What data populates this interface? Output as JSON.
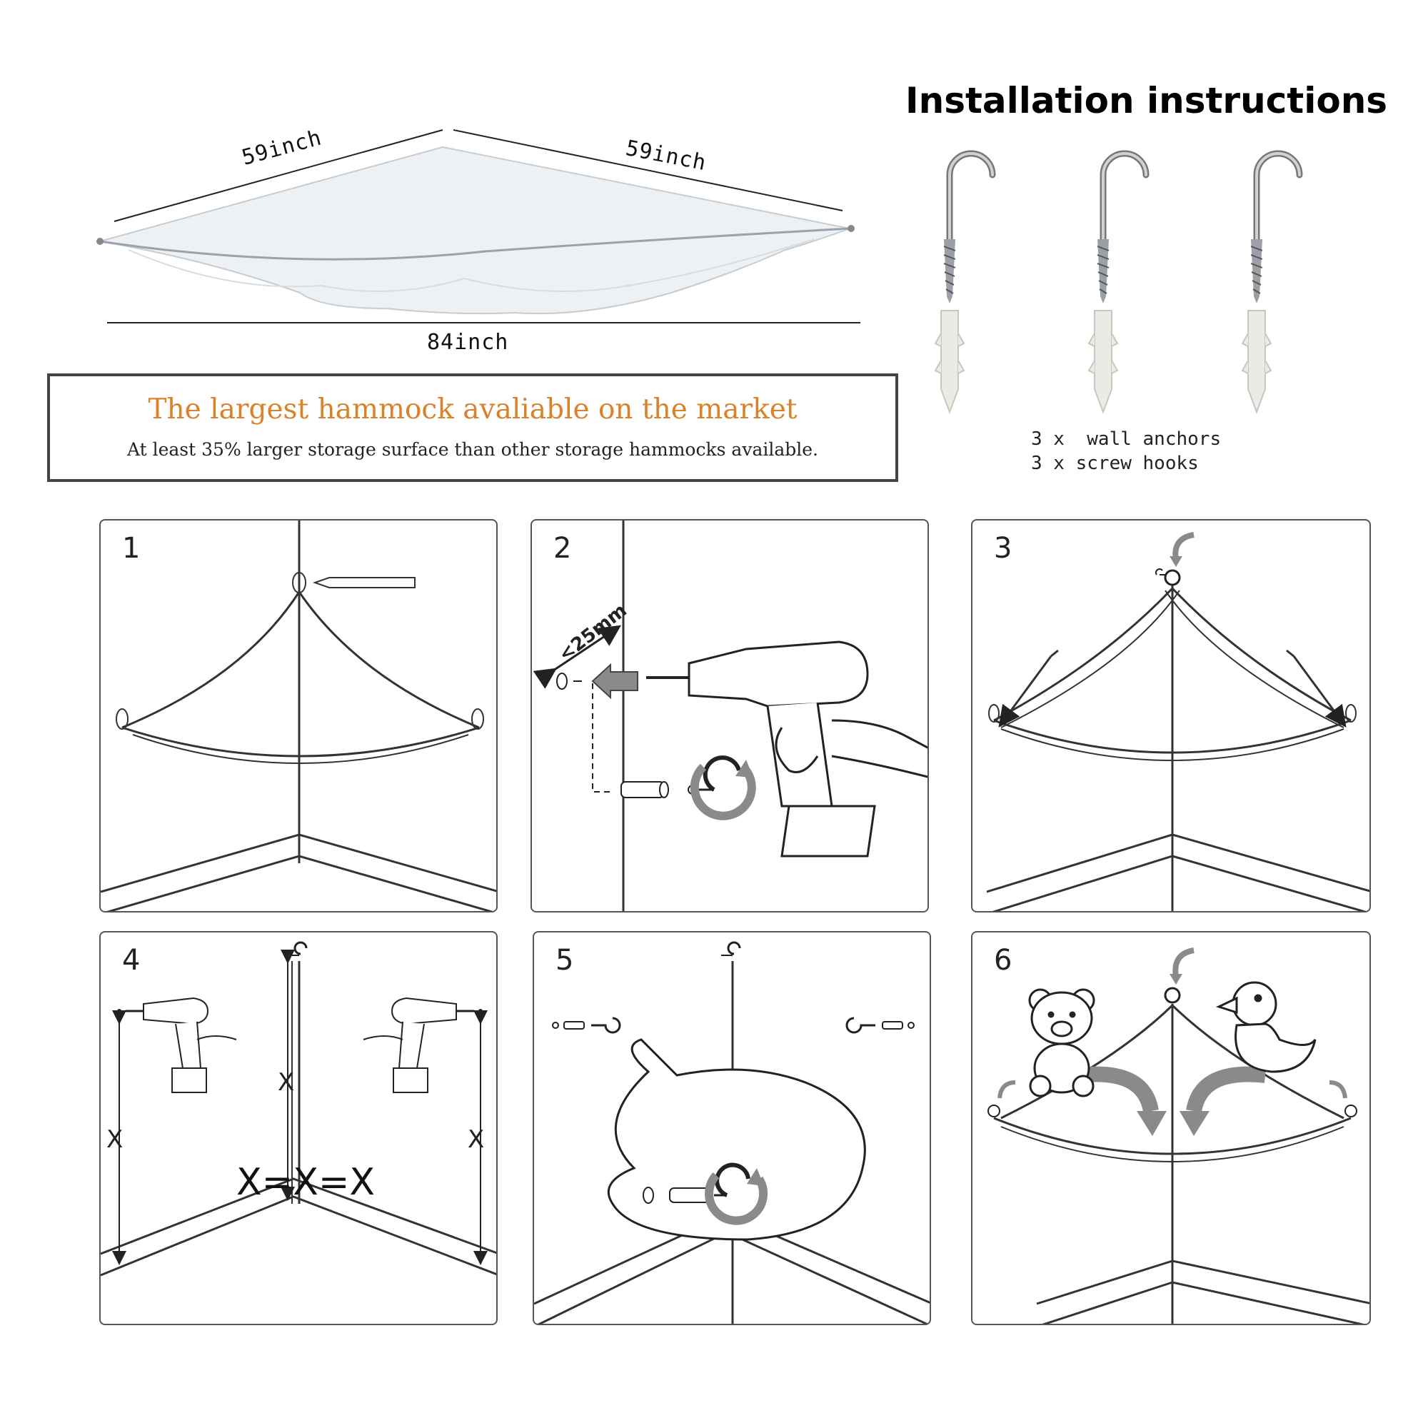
{
  "dimensions": {
    "left_side": "59inch",
    "right_side": "59inch",
    "width": "84inch"
  },
  "title": "Installation instructions",
  "promo": {
    "headline": "The largest hammock avaliable on the market",
    "subline": "At least 35% larger storage surface than other storage hammocks available."
  },
  "parts": {
    "anchors": "3 x  wall anchors",
    "hooks": "3 x screw hooks"
  },
  "steps": [
    {
      "number": "1"
    },
    {
      "number": "2",
      "drill_depth": "<25mm"
    },
    {
      "number": "3"
    },
    {
      "number": "4",
      "x_label": "X",
      "equation": "X=X=X"
    },
    {
      "number": "5"
    },
    {
      "number": "6"
    }
  ],
  "colors": {
    "headline": "#d9822b",
    "arrow_fill": "#8a8a8a"
  }
}
